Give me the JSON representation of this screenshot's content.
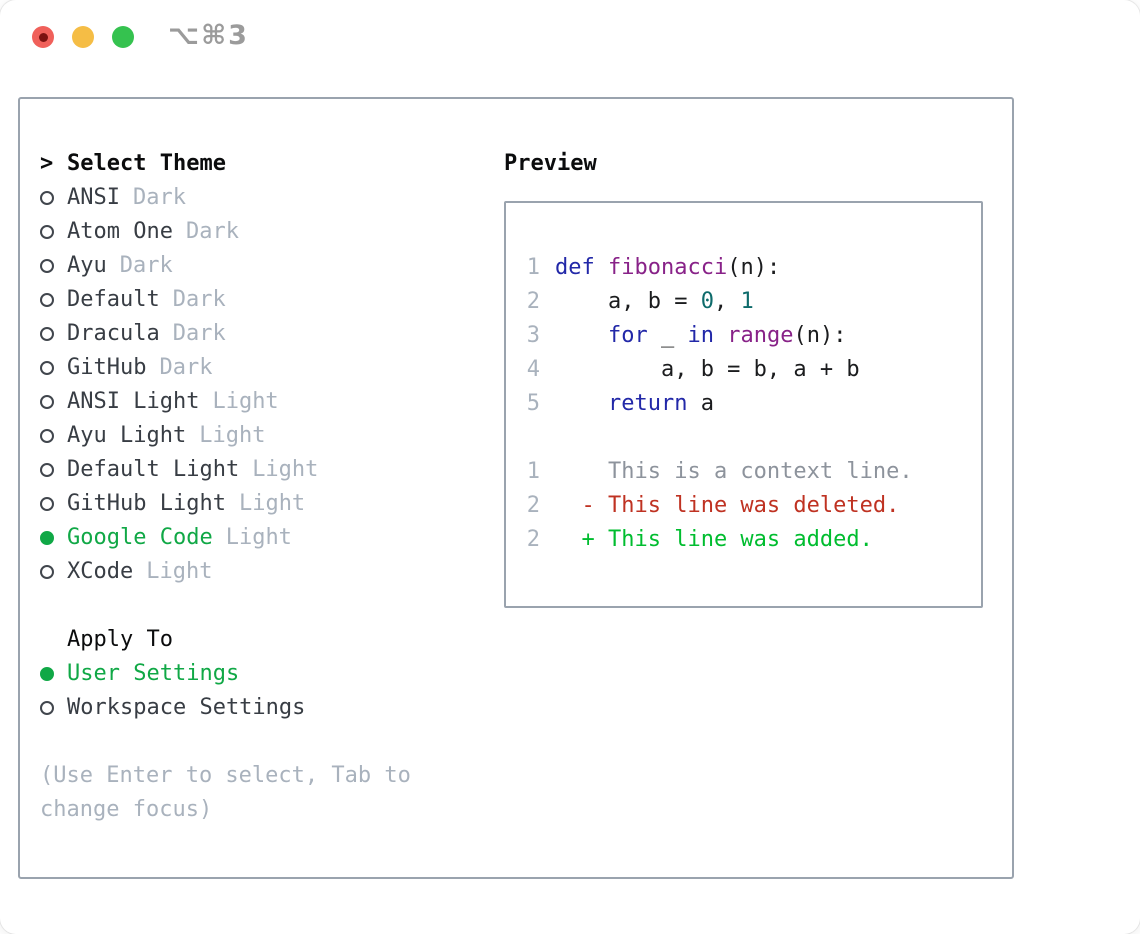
{
  "window": {
    "title": "⌥⌘3"
  },
  "theme_panel": {
    "cursor": ">",
    "title": "Select Theme",
    "themes": [
      {
        "name": "ANSI",
        "variant": "Dark",
        "selected": false
      },
      {
        "name": "Atom One",
        "variant": "Dark",
        "selected": false
      },
      {
        "name": "Ayu",
        "variant": "Dark",
        "selected": false
      },
      {
        "name": "Default",
        "variant": "Dark",
        "selected": false
      },
      {
        "name": "Dracula",
        "variant": "Dark",
        "selected": false
      },
      {
        "name": "GitHub",
        "variant": "Dark",
        "selected": false
      },
      {
        "name": "ANSI Light",
        "variant": "Light",
        "selected": false
      },
      {
        "name": "Ayu Light",
        "variant": "Light",
        "selected": false
      },
      {
        "name": "Default Light",
        "variant": "Light",
        "selected": false
      },
      {
        "name": "GitHub Light",
        "variant": "Light",
        "selected": false
      },
      {
        "name": "Google Code",
        "variant": "Light",
        "selected": true
      },
      {
        "name": "XCode",
        "variant": "Light",
        "selected": false
      }
    ],
    "apply_to": {
      "label": "Apply To",
      "options": [
        {
          "name": "User Settings",
          "selected": true
        },
        {
          "name": "Workspace Settings",
          "selected": false
        }
      ]
    },
    "hint": "(Use Enter to select, Tab to change focus)"
  },
  "preview": {
    "title": "Preview",
    "code_lines": [
      {
        "num": "1",
        "tokens": [
          {
            "s": "kw",
            "t": "def"
          },
          {
            "s": "plain",
            "t": " "
          },
          {
            "s": "fn",
            "t": "fibonacci"
          },
          {
            "s": "plain",
            "t": "(n):"
          }
        ]
      },
      {
        "num": "2",
        "tokens": [
          {
            "s": "plain",
            "t": "    a, b = "
          },
          {
            "s": "lit",
            "t": "0"
          },
          {
            "s": "plain",
            "t": ", "
          },
          {
            "s": "lit",
            "t": "1"
          }
        ]
      },
      {
        "num": "3",
        "tokens": [
          {
            "s": "plain",
            "t": "    "
          },
          {
            "s": "kw",
            "t": "for"
          },
          {
            "s": "plain",
            "t": " _ "
          },
          {
            "s": "kw",
            "t": "in"
          },
          {
            "s": "plain",
            "t": " "
          },
          {
            "s": "fn",
            "t": "range"
          },
          {
            "s": "plain",
            "t": "(n):"
          }
        ]
      },
      {
        "num": "4",
        "tokens": [
          {
            "s": "plain",
            "t": "        a, b = b, a + b"
          }
        ]
      },
      {
        "num": "5",
        "tokens": [
          {
            "s": "plain",
            "t": "    "
          },
          {
            "s": "kw",
            "t": "return"
          },
          {
            "s": "plain",
            "t": " a"
          }
        ]
      }
    ],
    "diff_lines": [
      {
        "num": "1",
        "type": "context",
        "text": "    This is a context line."
      },
      {
        "num": "2",
        "type": "deleted",
        "text": "  - This line was deleted."
      },
      {
        "num": "2",
        "type": "added",
        "text": "  + This line was added."
      }
    ]
  },
  "colors": {
    "panel_border": "#9aa3ae",
    "header_black": "#0b0c0d",
    "text_dark": "#383d44",
    "muted": "#a9b2bd",
    "green": "#10a846",
    "bullet_stroke": "#41464d",
    "title_gray": "#9b9b9b",
    "traffic_red": "#f0605a",
    "traffic_red_dot": "#7c1210",
    "traffic_yellow": "#f5bd45",
    "traffic_green": "#35c24f",
    "line_num": "#a9b2bd",
    "code_plain": "#1b1c1e",
    "kw": "#2228a8",
    "fn": "#882288",
    "lit": "#0e6b6b",
    "diff_context": "#8d939c",
    "diff_red": "#bf3222",
    "diff_green": "#00bd2f"
  }
}
